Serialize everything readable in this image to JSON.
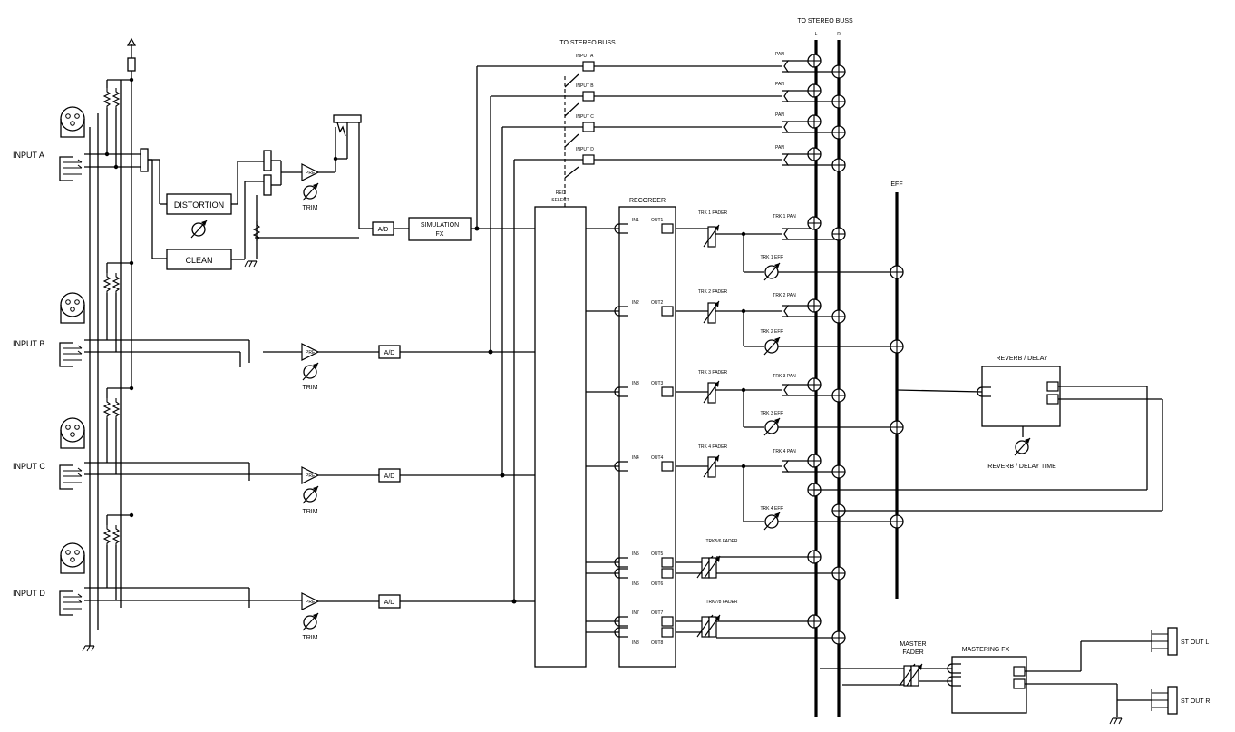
{
  "inputs": [
    {
      "label": "INPUT A"
    },
    {
      "label": "INPUT B"
    },
    {
      "label": "INPUT C"
    },
    {
      "label": "INPUT D"
    }
  ],
  "trim_label": "TRIM",
  "amp_label": "PRE",
  "distortion_label": "DISTORTION",
  "clean_label": "CLEAN",
  "ad_label": "A/D",
  "simulation_fx": {
    "line1": "SIMULATION",
    "line2": "FX"
  },
  "to_stereo_buss_top": "TO STEREO BUSS",
  "to_stereo_buss_mid": "TO STEREO BUSS",
  "bus_l": "L",
  "bus_r": "R",
  "input_taps": [
    "INPUT A",
    "INPUT B",
    "INPUT C",
    "INPUT D"
  ],
  "pan_label": "PAN",
  "rec_select": {
    "line1": "REC",
    "line2": "SELECT"
  },
  "recorder_label": "RECORDER",
  "rec_inputs": [
    "IN1",
    "IN2",
    "IN3",
    "IN4",
    "IN5",
    "IN6",
    "IN7",
    "IN8"
  ],
  "rec_outputs": [
    "OUT1",
    "OUT2",
    "OUT3",
    "OUT4",
    "OUT5",
    "OUT6",
    "OUT7",
    "OUT8"
  ],
  "tracks": [
    {
      "fader": "TRK 1 FADER",
      "pan": "TRK 1 PAN",
      "eff": "TRK 1 EFF"
    },
    {
      "fader": "TRK 2 FADER",
      "pan": "TRK 2 PAN",
      "eff": "TRK 2 EFF"
    },
    {
      "fader": "TRK 3 FADER",
      "pan": "TRK 3 PAN",
      "eff": "TRK 3 EFF"
    },
    {
      "fader": "TRK 4 FADER",
      "pan": "TRK 4 PAN",
      "eff": "TRK 4 EFF"
    }
  ],
  "stereo_faders": [
    "TRK5/6 FADER",
    "TRK7/8 FADER"
  ],
  "eff_label": "EFF",
  "reverb": {
    "label": "REVERB / DELAY",
    "time_label": "REVERB / DELAY TIME"
  },
  "master_fader": {
    "line1": "MASTER",
    "line2": "FADER"
  },
  "mastering_fx": "MASTERING FX",
  "outputs": [
    "ST OUT L",
    "ST OUT R"
  ]
}
